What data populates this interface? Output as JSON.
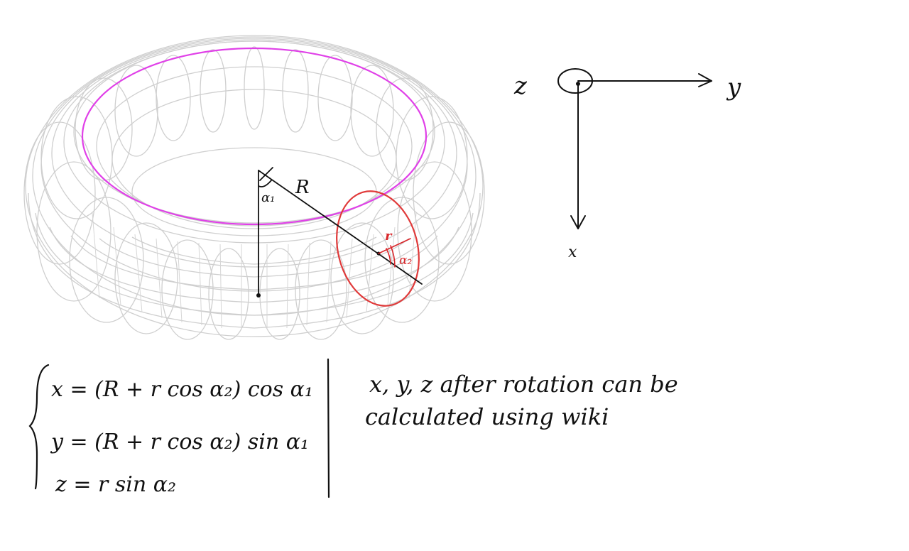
{
  "colors": {
    "background": "#ffffff",
    "wireframe": "#cfcfcf",
    "major_circle": "#e040e8",
    "minor_circle": "#e03a3a",
    "ink": "#111111"
  },
  "torus": {
    "labels": {
      "major_radius": "R",
      "minor_radius": "r",
      "angle_1": "α₁",
      "angle_2": "α₂"
    }
  },
  "axes": {
    "z_label": "z",
    "y_label": "y",
    "x_label": "x"
  },
  "equations": [
    "x = (R + r cos α₂) cos α₁",
    "y = (R + r cos α₂) sin α₁",
    "z = r sin α₂"
  ],
  "note": {
    "line1": "x, y, z   after   rotation   can   be",
    "line2": "calculated   using   wiki"
  }
}
